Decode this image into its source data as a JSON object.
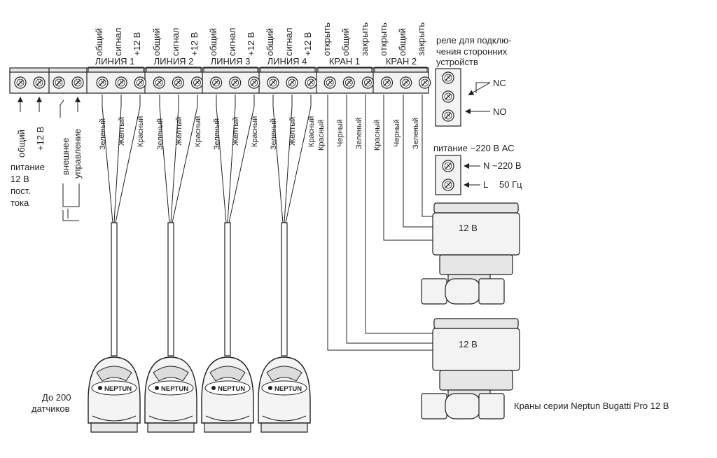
{
  "terminal_block": {
    "power_labels": [
      "общий",
      "+12 В"
    ],
    "power_caption": [
      "питание",
      "12 В",
      "пост.",
      "тока"
    ],
    "ext_labels": [
      "внешнее",
      "управление"
    ],
    "groups": [
      {
        "title": "ЛИНИЯ 1",
        "terms": [
          "общий",
          "сигнал",
          "+12 В"
        ]
      },
      {
        "title": "ЛИНИЯ 2",
        "terms": [
          "общий",
          "сигнал",
          "+12 В"
        ]
      },
      {
        "title": "ЛИНИЯ 3",
        "terms": [
          "общий",
          "сигнал",
          "+12 В"
        ]
      },
      {
        "title": "ЛИНИЯ 4",
        "terms": [
          "общий",
          "сигнал",
          "+12 В"
        ]
      },
      {
        "title": "КРАН 1",
        "terms": [
          "открыть",
          "общий",
          "закрыть"
        ]
      },
      {
        "title": "КРАН 2",
        "terms": [
          "открыть",
          "общий",
          "закрыть"
        ]
      }
    ]
  },
  "sensor_wires": [
    "Зеленый",
    "Желтый",
    "Красный"
  ],
  "valve_wires": [
    "Красный",
    "Черный",
    "Зеленый"
  ],
  "relay": {
    "caption": [
      "реле для подклю-",
      "чения сторонних",
      "устройств"
    ],
    "nc": "NC",
    "no": "NO"
  },
  "mains": {
    "caption": "питание ~220 В АС",
    "n": "N ~220 В",
    "l": "L",
    "freq": "50 Гц"
  },
  "valves": {
    "label": "12 В",
    "caption": "Краны серии Neptun Bugatti Pro 12 В"
  },
  "sensors": {
    "brand": "NEPTUN",
    "caption": [
      "До 200",
      "датчиков"
    ]
  }
}
